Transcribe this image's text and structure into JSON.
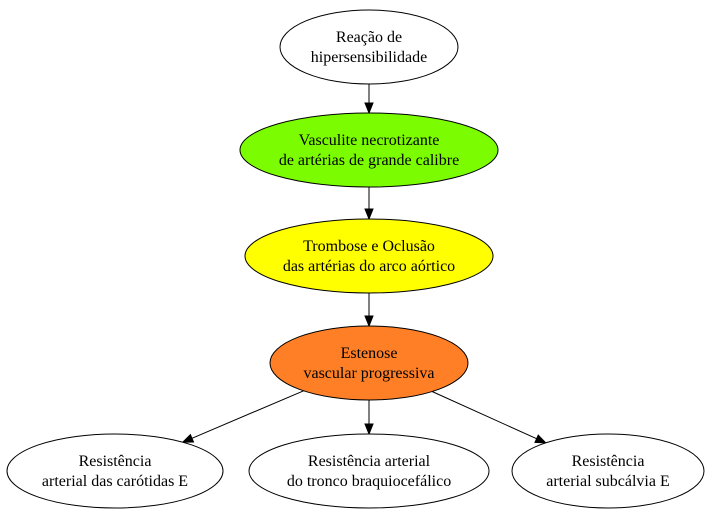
{
  "diagram": {
    "nodes": [
      {
        "id": "hipersensibilidade",
        "lines": [
          "Reação de",
          "hipersensibilidade"
        ],
        "fill": "#ffffff"
      },
      {
        "id": "vasculite",
        "lines": [
          "Vasculite necrotizante",
          "de artérias de grande calibre"
        ],
        "fill": "#7cfc00"
      },
      {
        "id": "trombose",
        "lines": [
          "Trombose e Oclusão",
          "das artérias do arco aórtico"
        ],
        "fill": "#ffff00"
      },
      {
        "id": "estenose",
        "lines": [
          "Estenose",
          "vascular progressiva"
        ],
        "fill": "#ff7f27"
      },
      {
        "id": "carotidas",
        "lines": [
          "Resistência",
          "arterial das carótidas E"
        ],
        "fill": "#ffffff"
      },
      {
        "id": "braquiocefalico",
        "lines": [
          "Resistência arterial",
          "do tronco braquiocefálico"
        ],
        "fill": "#ffffff"
      },
      {
        "id": "subclavia",
        "lines": [
          "Resistência",
          "arterial subcálvia E"
        ],
        "fill": "#ffffff"
      }
    ],
    "edges": [
      {
        "from": "hipersensibilidade",
        "to": "vasculite"
      },
      {
        "from": "vasculite",
        "to": "trombose"
      },
      {
        "from": "trombose",
        "to": "estenose"
      },
      {
        "from": "estenose",
        "to": "carotidas"
      },
      {
        "from": "estenose",
        "to": "braquiocefalico"
      },
      {
        "from": "estenose",
        "to": "subclavia"
      }
    ]
  }
}
